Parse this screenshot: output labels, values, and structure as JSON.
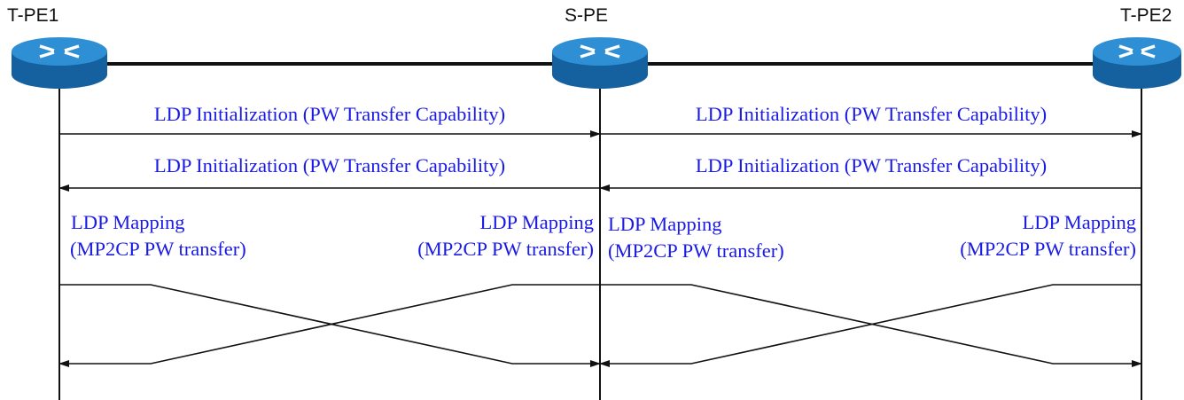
{
  "colors": {
    "message_text": "#1a1ae6",
    "line": "#111111",
    "router_top": "#2f8fd4",
    "router_side": "#15609e",
    "router_glyph": "#ffffff"
  },
  "nodes": {
    "tpe1": {
      "label": "T-PE1",
      "icon": "router-icon"
    },
    "spe": {
      "label": "S-PE",
      "icon": "router-icon"
    },
    "tpe2": {
      "label": "T-PE2",
      "icon": "router-icon"
    }
  },
  "messages": {
    "init_right_left": "LDP Initialization (PW Transfer Capability)",
    "init_right_right": "LDP Initialization (PW Transfer Capability)",
    "init_left_left": "LDP Initialization (PW Transfer Capability)",
    "init_left_right": "LDP Initialization (PW Transfer Capability)",
    "map1": {
      "line1": "LDP Mapping",
      "line2": "(MP2CP PW transfer)"
    },
    "map2": {
      "line1": "LDP Mapping",
      "line2": "(MP2CP PW transfer)"
    },
    "map3": {
      "line1": "LDP Mapping",
      "line2": "(MP2CP PW transfer)"
    },
    "map4": {
      "line1": "LDP Mapping",
      "line2": "(MP2CP PW transfer)"
    }
  }
}
